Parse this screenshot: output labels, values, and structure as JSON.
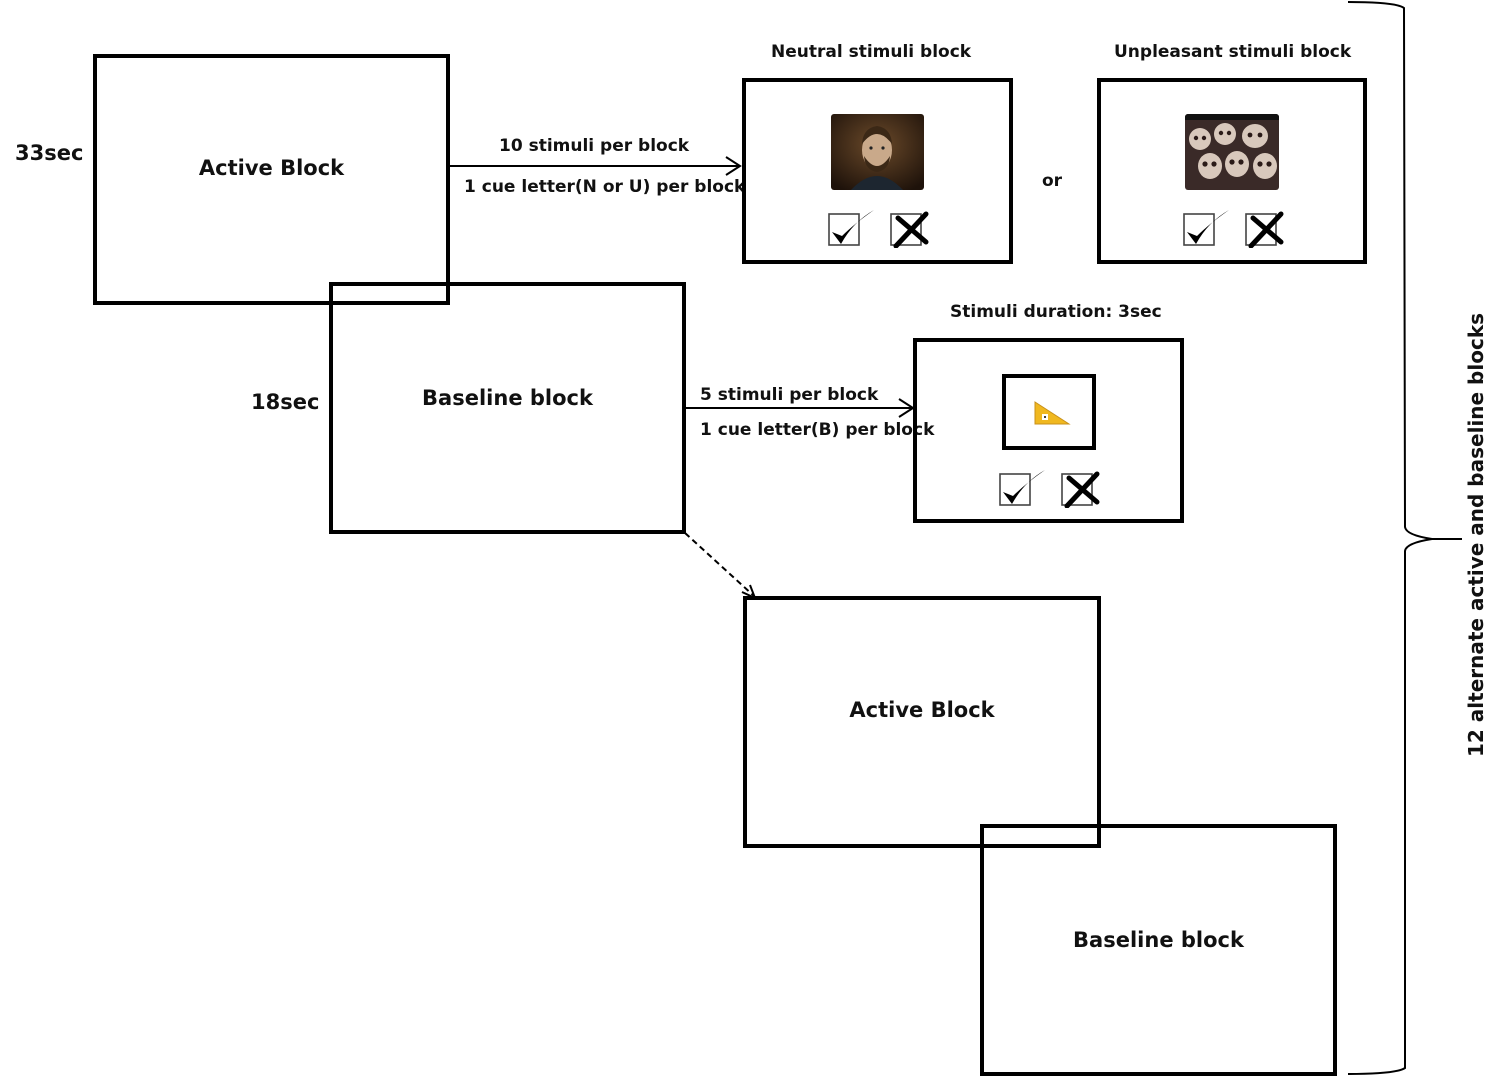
{
  "diagram": {
    "type": "block-design-timeline",
    "durations": {
      "active": "33sec",
      "baseline": "18sec"
    },
    "blocks": {
      "active_1": "Active Block",
      "baseline_1": "Baseline block",
      "active_2": "Active Block",
      "baseline_2": "Baseline block"
    },
    "active_arrow": {
      "above": "10 stimuli per block",
      "below": "1 cue letter(N or U) per block"
    },
    "baseline_arrow": {
      "above": "5 stimuli per block",
      "below": "1 cue letter(B) per block"
    },
    "stimuli_panels": {
      "neutral": {
        "title": "Neutral stimuli block",
        "image": "face-photo",
        "image_colors": [
          "#2b1a0e",
          "#6b4a2a",
          "#c9a98a"
        ]
      },
      "separator": "or",
      "unpleasant": {
        "title": "Unpleasant stimuli block",
        "image": "skulls-photo",
        "image_colors": [
          "#3a2a28",
          "#d8c8bc",
          "#7a6258"
        ]
      },
      "baseline": {
        "title": "Stimuli duration: 3sec",
        "image": "yellow-triangle-shape",
        "shape_color": "#f0b820"
      }
    },
    "response_options": [
      "check-icon",
      "cross-icon"
    ],
    "brace_label": "12 alternate active and baseline blocks"
  }
}
